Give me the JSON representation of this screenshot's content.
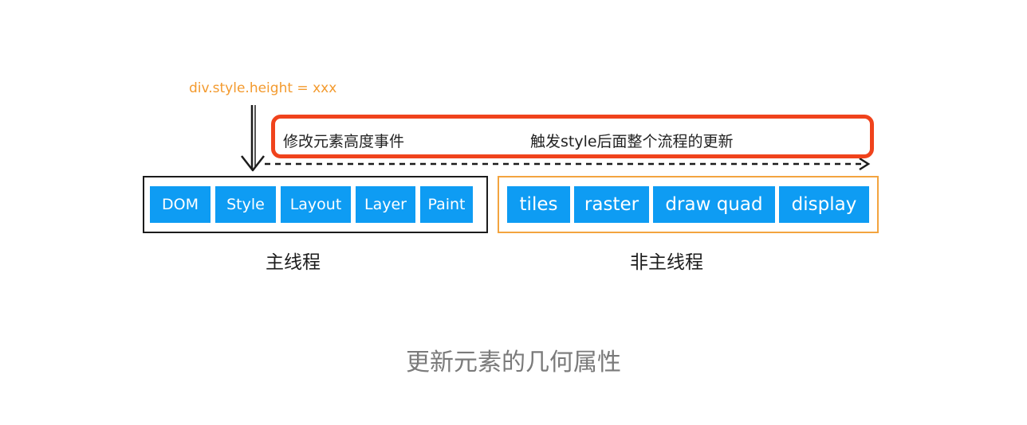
{
  "trigger_code": "div.style.height = xxx",
  "banner": {
    "event_text": "修改元素高度事件",
    "effect_text": "触发style后面整个流程的更新"
  },
  "main_thread": {
    "title": "主线程",
    "stages": [
      "DOM",
      "Style",
      "Layout",
      "Layer",
      "Paint"
    ]
  },
  "non_main_thread": {
    "title": "非主线程",
    "stages": [
      "tiles",
      "raster",
      "draw quad",
      "display"
    ]
  },
  "caption": "更新元素的几何属性",
  "colors": {
    "stage_fill": "#0e9cf3",
    "highlight": "#f0431c",
    "code_text": "#f39a2e",
    "non_main_border": "#f3a43f",
    "caption": "#7a7a7a"
  }
}
